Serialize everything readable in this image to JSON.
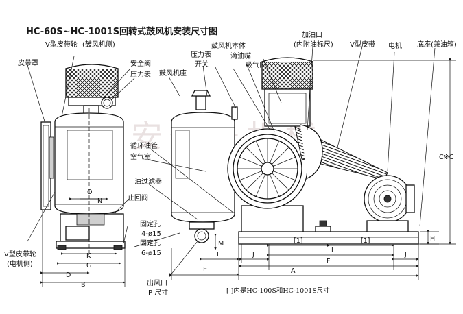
{
  "title": "HC-60S~HC-1001S回转式鼓风机安装尺寸图",
  "watermark": "泰安恒晟机械",
  "labels": {
    "belt_cover": "皮带罩",
    "v_pulley_blower_1": "V型皮带轮",
    "v_pulley_blower_2": "(鼓风机侧)",
    "safety_valve": "安全阀",
    "pressure_gauge": "压力表",
    "blower_base": "鼓风机座",
    "pressure_switch_1": "压力表",
    "pressure_switch_2": "开关",
    "blower_body": "鼓风机本体",
    "oil_nozzle": "滴油嘴",
    "air_intake": "吸气口",
    "oil_fill_1": "加油口",
    "oil_fill_2": "(内附油标尺)",
    "v_belt": "V型皮带",
    "motor": "电机",
    "base_tank": "底座(兼油箱)",
    "oil_circ_pipe": "循环油管",
    "air_chamber": "空气室",
    "oil_filter": "油过滤器",
    "check_valve": "止回阀",
    "fix_hole_1": "固定孔",
    "fix_hole_1_spec": "4-ø15",
    "fix_hole_2": "固定孔",
    "fix_hole_2_spec": "6-ø15",
    "v_pulley_motor_1": "V型皮带轮",
    "v_pulley_motor_2": "(电机侧)",
    "outlet_1": "出风口",
    "outlet_2": "P 尺寸",
    "footnote": "[ ]内是HC-100S和HC-1001S尺寸"
  },
  "dims": {
    "O": "O",
    "N": "N",
    "K": "K",
    "G": "G",
    "D": "D",
    "B": "B",
    "M": "M",
    "L": "L",
    "E": "E",
    "J1": "J",
    "bracket1": "[1]",
    "I": "I",
    "bracket2": "[1]",
    "J2": "J",
    "F": "F",
    "A": "A",
    "H": "H",
    "C": "C※C"
  }
}
